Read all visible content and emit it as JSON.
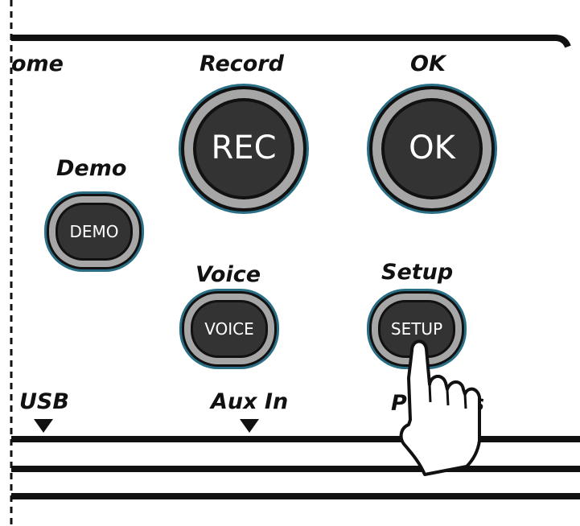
{
  "labels": {
    "home_partial": "ome",
    "record": "Record",
    "ok": "OK",
    "demo": "Demo",
    "voice": "Voice",
    "setup": "Setup",
    "usb": "USB",
    "aux_in": "Aux In",
    "phones_partial_left": "P",
    "phones_partial_right": "s"
  },
  "buttons": {
    "rec": "REC",
    "ok": "OK",
    "demo": "DEMO",
    "voice": "VOICE",
    "setup": "SETUP"
  },
  "colors": {
    "button_fill": "#333333",
    "button_ring": "#a6a6a6",
    "button_outline": "#2a6f86",
    "line": "#111111"
  }
}
